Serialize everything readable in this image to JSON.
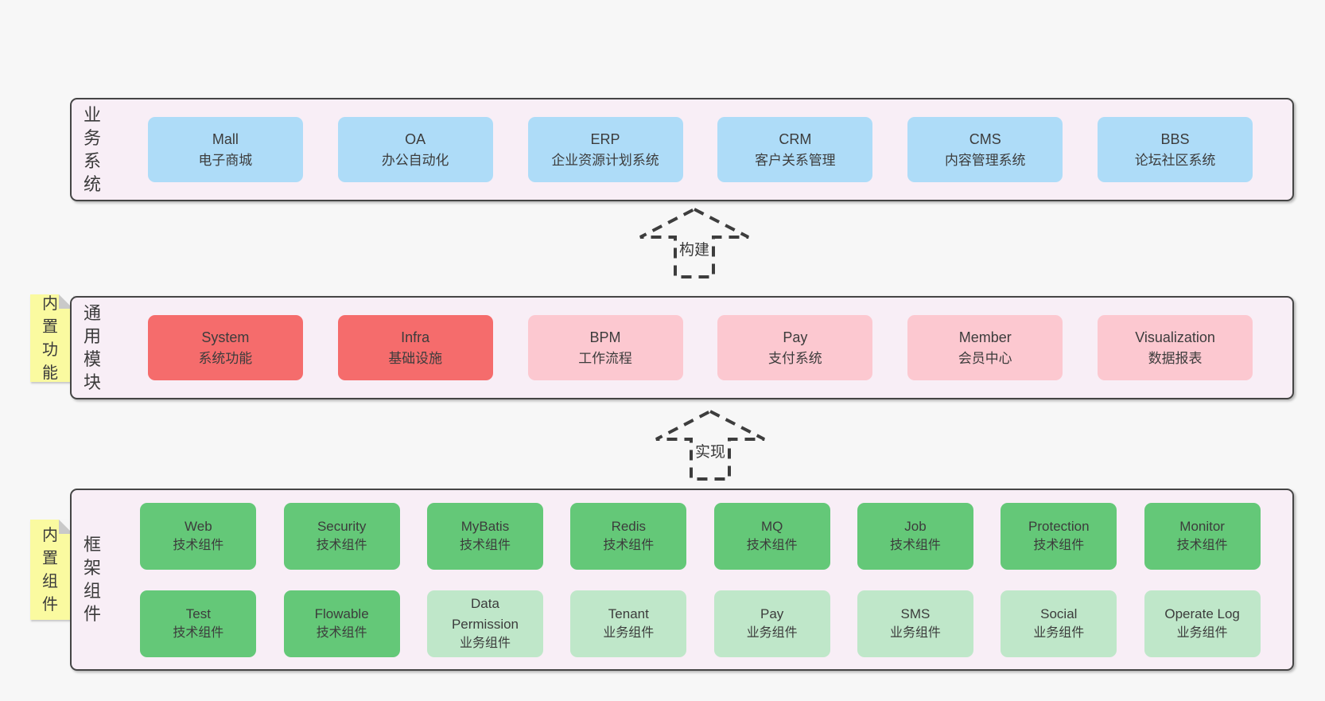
{
  "diagram": {
    "colors": {
      "page_bg": "#f7f7f7",
      "band_bg": "#f8eef6",
      "blue": "#aedcf8",
      "red": "#f56c6c",
      "pink": "#fcc8d0",
      "green": "#64c878",
      "green_light": "#bfe7c9",
      "note_yellow": "#fafaa0",
      "line": "#3d3d3d"
    },
    "arrows": [
      {
        "label": "构建"
      },
      {
        "label": "实现"
      }
    ],
    "bands": [
      {
        "side_label": "业务系统",
        "note": "",
        "boxes_rows": [
          [
            {
              "en": "Mall",
              "zh": "电子商城",
              "variant": "blue"
            },
            {
              "en": "OA",
              "zh": "办公自动化",
              "variant": "blue"
            },
            {
              "en": "ERP",
              "zh": "企业资源计划系统",
              "variant": "blue"
            },
            {
              "en": "CRM",
              "zh": "客户关系管理",
              "variant": "blue"
            },
            {
              "en": "CMS",
              "zh": "内容管理系统",
              "variant": "blue"
            },
            {
              "en": "BBS",
              "zh": "论坛社区系统",
              "variant": "blue"
            }
          ]
        ]
      },
      {
        "side_label": "通用模块",
        "note": "内置功能",
        "boxes_rows": [
          [
            {
              "en": "System",
              "zh": "系统功能",
              "variant": "red"
            },
            {
              "en": "Infra",
              "zh": "基础设施",
              "variant": "red"
            },
            {
              "en": "BPM",
              "zh": "工作流程",
              "variant": "pink"
            },
            {
              "en": "Pay",
              "zh": "支付系统",
              "variant": "pink"
            },
            {
              "en": "Member",
              "zh": "会员中心",
              "variant": "pink"
            },
            {
              "en": "Visualization",
              "zh": "数据报表",
              "variant": "pink"
            }
          ]
        ]
      },
      {
        "side_label": "框架组件",
        "note": "内置组件",
        "boxes_rows": [
          [
            {
              "en": "Web",
              "zh": "技术组件",
              "variant": "green"
            },
            {
              "en": "Security",
              "zh": "技术组件",
              "variant": "green"
            },
            {
              "en": "MyBatis",
              "zh": "技术组件",
              "variant": "green"
            },
            {
              "en": "Redis",
              "zh": "技术组件",
              "variant": "green"
            },
            {
              "en": "MQ",
              "zh": "技术组件",
              "variant": "green"
            },
            {
              "en": "Job",
              "zh": "技术组件",
              "variant": "green"
            },
            {
              "en": "Protection",
              "zh": "技术组件",
              "variant": "green"
            },
            {
              "en": "Monitor",
              "zh": "技术组件",
              "variant": "green"
            }
          ],
          [
            {
              "en": "Test",
              "zh": "技术组件",
              "variant": "green"
            },
            {
              "en": "Flowable",
              "zh": "技术组件",
              "variant": "green"
            },
            {
              "en": "Data Permission",
              "zh": "业务组件",
              "variant": "green-light"
            },
            {
              "en": "Tenant",
              "zh": "业务组件",
              "variant": "green-light"
            },
            {
              "en": "Pay",
              "zh": "业务组件",
              "variant": "green-light"
            },
            {
              "en": "SMS",
              "zh": "业务组件",
              "variant": "green-light"
            },
            {
              "en": "Social",
              "zh": "业务组件",
              "variant": "green-light"
            },
            {
              "en": "Operate Log",
              "zh": "业务组件",
              "variant": "green-light"
            }
          ]
        ]
      }
    ]
  }
}
